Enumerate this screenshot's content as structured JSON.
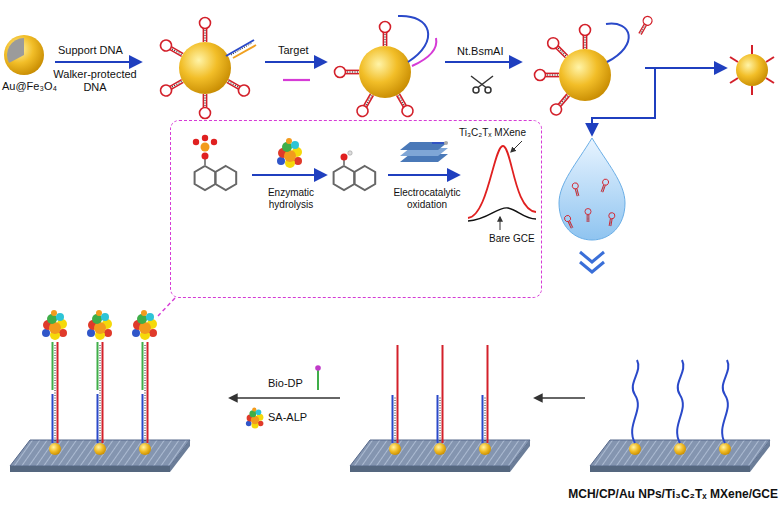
{
  "diagram": {
    "nodes": [
      {
        "text": [
          "Enzymatic hydrolysis",
          "Electrocatalytic oxidation",
          "Ti₃C₂Tₓ MXene",
          "Bare GCE"
        ]
      }
    ],
    "labels": [
      "Au@Fe₃O₄",
      "Support DNA",
      "Walker-protected DNA",
      "Target",
      "Nt.BsmAI",
      "Bio-DP",
      "SA-ALP",
      "MCH/CP/Au NPs/Ti₃C₂Tₓ MXene/GCE"
    ]
  }
}
